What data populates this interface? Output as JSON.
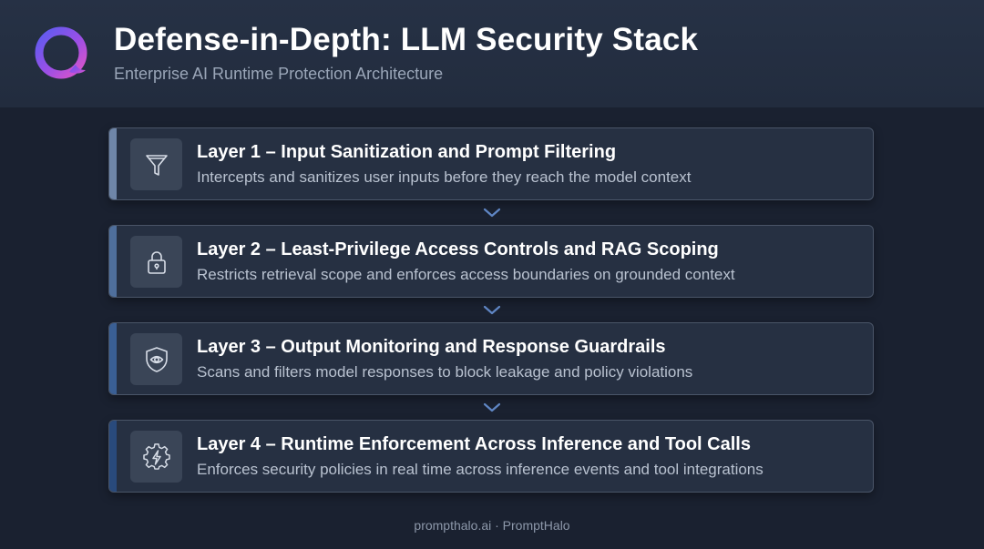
{
  "header": {
    "title": "Defense-in-Depth: LLM Security Stack",
    "subtitle": "Enterprise AI Runtime Protection Architecture"
  },
  "layers": [
    {
      "title": "Layer 1 – Input Sanitization and Prompt Filtering",
      "description": "Intercepts and sanitizes user inputs before they reach the model context",
      "icon": "funnel-icon",
      "accent": "#6f86a8"
    },
    {
      "title": "Layer 2 – Least-Privilege Access Controls and RAG Scoping",
      "description": "Restricts retrieval scope and enforces access boundaries on grounded context",
      "icon": "lock-icon",
      "accent": "#4f6f9c"
    },
    {
      "title": "Layer 3 – Output Monitoring and Response Guardrails",
      "description": "Scans and filters model responses to block leakage and policy violations",
      "icon": "shield-eye-icon",
      "accent": "#3a5f94"
    },
    {
      "title": "Layer 4 – Runtime Enforcement Across Inference and Tool Calls",
      "description": "Enforces security policies in real time across inference events and tool integrations",
      "icon": "gear-bolt-icon",
      "accent": "#294a7c"
    }
  ],
  "footer": {
    "text": "prompthalo.ai · PromptHalo"
  }
}
